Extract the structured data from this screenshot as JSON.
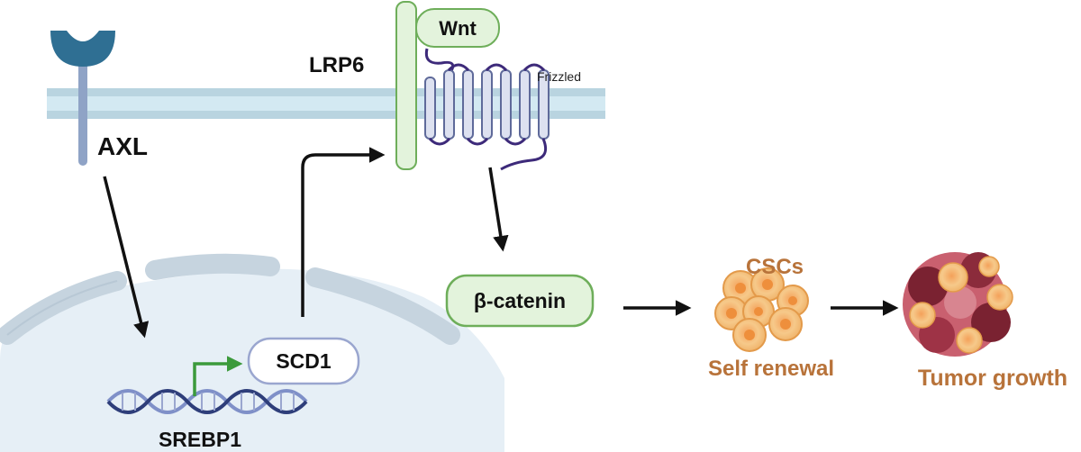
{
  "labels": {
    "wnt": "Wnt",
    "lrp6": "LRP6",
    "frizzled": "Frizzled",
    "axl": "AXL",
    "beta_catenin": "β-catenin",
    "cscs": "CSCs",
    "self_renewal": "Self renewal",
    "tumor_growth": "Tumor growth",
    "scd1": "SCD1",
    "srebp1": "SREBP1"
  },
  "colors": {
    "membrane_fill": "#d3e9f2",
    "membrane_edge": "#a9c9d7",
    "receptor_blue": "#2f6f93",
    "receptor_stalk": "#8fa3c6",
    "green_box_fill": "#e3f3dc",
    "green_box_edge": "#6eae5a",
    "frizzled_fill": "#dde1f0",
    "frizzled_edge": "#5f6a9a",
    "linker_purple": "#3d2a7a",
    "promoter_arrow": "#3b9a3b",
    "nucleus_fill": "#e6eff6",
    "nucleus_edge": "#b8cad8",
    "dna_dark": "#2e3e7a",
    "dna_light": "#7f90c8",
    "cell_orange": "#f2b25c",
    "tumor_dark": "#7a2231",
    "text_brown": "#b8733a",
    "arrow": "#111111"
  }
}
